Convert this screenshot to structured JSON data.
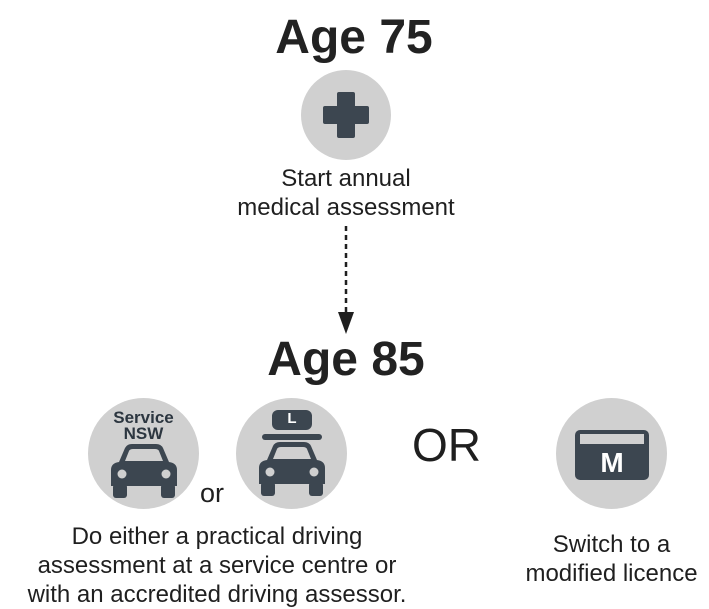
{
  "steps": {
    "age75": {
      "title": "Age 75",
      "icon": "medical-cross-icon",
      "text_lines": [
        "Start annual",
        "medical assessment"
      ]
    },
    "age85": {
      "title": "Age 85",
      "option_a": {
        "service_nsw_badge": [
          "Service",
          "NSW"
        ],
        "learner_plate": "L",
        "or_label": "or",
        "text_lines": [
          "Do either a practical driving",
          "assessment at a service centre or",
          "with an accredited driving assessor."
        ]
      },
      "separator": "OR",
      "option_b": {
        "licence_letter": "M",
        "text_lines": [
          "Switch to a",
          "modified licence"
        ]
      }
    }
  },
  "colors": {
    "circle": "#d0d0d0",
    "icon": "#3c4650",
    "text": "#1f1f1f"
  }
}
